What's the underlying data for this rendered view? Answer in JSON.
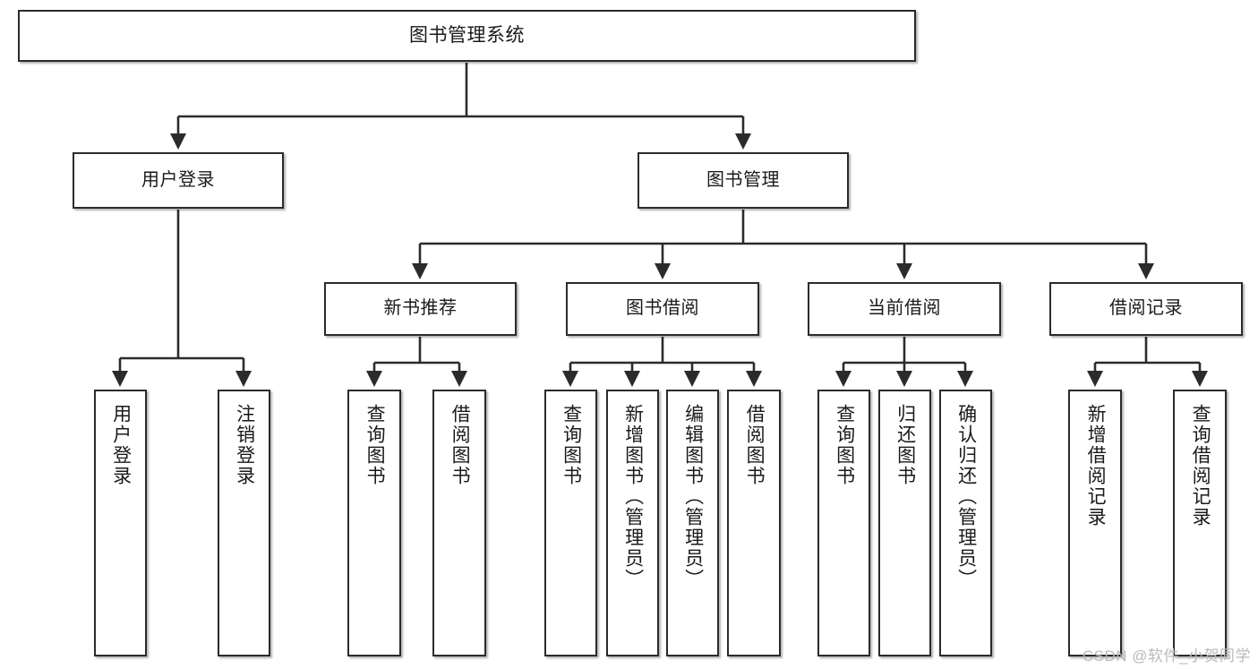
{
  "diagram": {
    "title": "图书管理系统",
    "watermark": "CSDN @软件_小贺同学",
    "edge_color": "#2b2b2b",
    "box_border_color": "#2b2b2b",
    "box_fill_color": "#ffffff",
    "root": {
      "label": "图书管理系统"
    },
    "level2": [
      {
        "label": "用户登录"
      },
      {
        "label": "图书管理"
      }
    ],
    "level3": [
      {
        "label": "新书推荐"
      },
      {
        "label": "图书借阅"
      },
      {
        "label": "当前借阅"
      },
      {
        "label": "借阅记录"
      }
    ],
    "leaves": {
      "user_login": [
        {
          "label": "用户登录"
        },
        {
          "label": "注销登录"
        }
      ],
      "new_book_recommend": [
        {
          "label": "查询图书"
        },
        {
          "label": "借阅图书"
        }
      ],
      "book_borrow": [
        {
          "label": "查询图书"
        },
        {
          "label": "新增图书（管理员）"
        },
        {
          "label": "编辑图书（管理员）"
        },
        {
          "label": "借阅图书"
        }
      ],
      "current_borrow": [
        {
          "label": "查询图书"
        },
        {
          "label": "归还图书"
        },
        {
          "label": "确认归还（管理员）"
        }
      ],
      "borrow_record": [
        {
          "label": "新增借阅记录"
        },
        {
          "label": "查询借阅记录"
        }
      ]
    }
  }
}
